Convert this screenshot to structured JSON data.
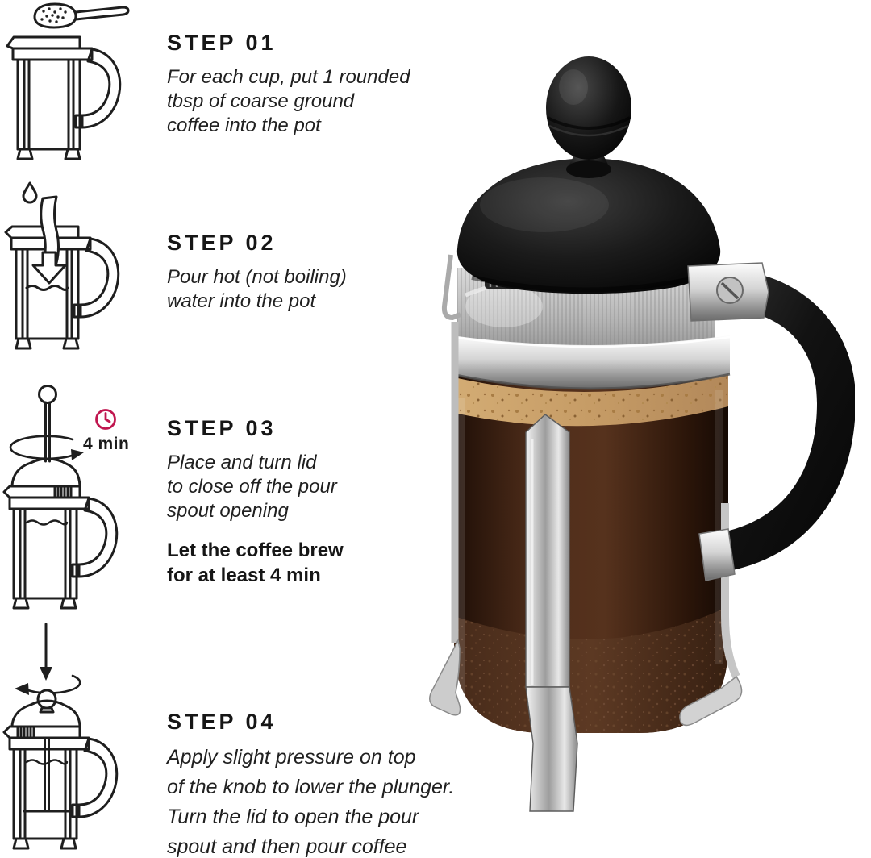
{
  "steps": [
    {
      "title": "STEP 01",
      "body": "For each cup, put 1 rounded\ntbsp of coarse ground\ncoffee into the pot"
    },
    {
      "title": "STEP 02",
      "body": "Pour hot (not boiling)\nwater into the pot"
    },
    {
      "title": "STEP 03",
      "body": "Place and turn lid\nto close off the pour\nspout opening",
      "note": "Let the coffee brew\nfor at least 4 min"
    },
    {
      "title": "STEP 04",
      "body": "Apply slight pressure on top\nof the knob to lower the plunger.\nTurn the lid to open the pour\nspout and then pour coffee"
    }
  ],
  "timer": {
    "label": "4 min",
    "clock_color": "#c0164f"
  },
  "illustrations": [
    {
      "name": "coffee-scoop-over-pot"
    },
    {
      "name": "pour-water-into-pot"
    },
    {
      "name": "plunger-up-turn-lid-brew"
    },
    {
      "name": "press-plunger-down"
    }
  ],
  "product": {
    "name": "french-press-filled-with-coffee",
    "colors": {
      "lid": "#151515",
      "handle": "#141414",
      "chrome": "#c9c9c9",
      "mesh": "#b8b8b8",
      "coffee": "#46281a",
      "crema": "#c69c66",
      "sediment": "#57351f"
    }
  }
}
